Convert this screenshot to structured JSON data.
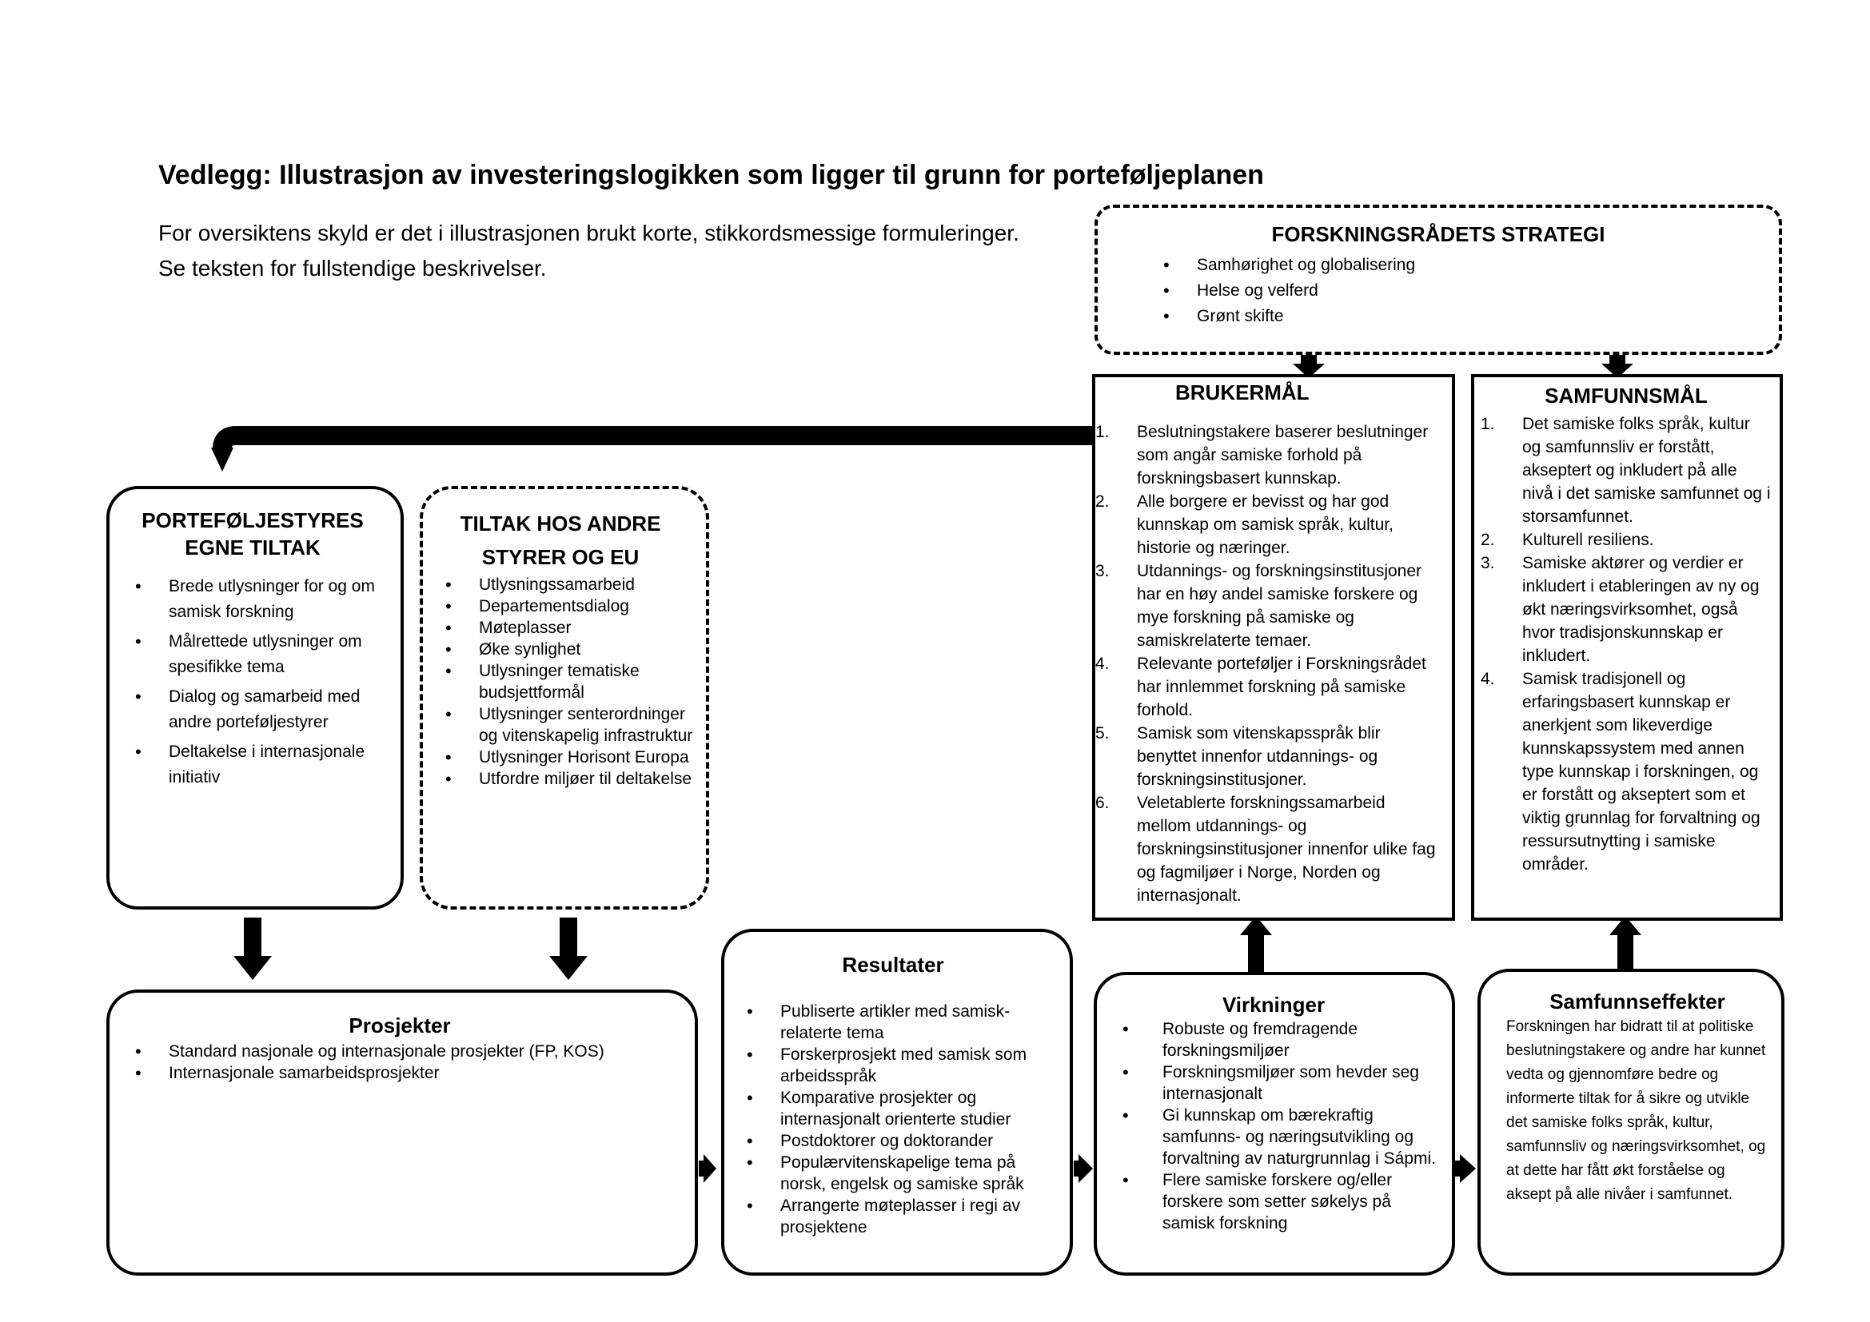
{
  "title": "Vedlegg: Illustrasjon av investeringslogikken som ligger til grunn for porteføljeplanen",
  "intro": [
    "For oversiktens skyld er det i illustrasjonen brukt korte, stikkordsmessige formuleringer.",
    "Se teksten for fullstendige beskrivelser."
  ],
  "strategy": {
    "title": "FORSKNINGSRÅDETS STRATEGI",
    "items": [
      "Samhørighet og globalisering",
      "Helse og velferd",
      "Grønt skifte"
    ]
  },
  "brukermal": {
    "title": "BRUKERMÅL",
    "items": [
      "Beslutningstakere baserer beslutninger som angår samiske forhold på forskningsbasert kunnskap.",
      "Alle borgere er bevisst og har god kunnskap om samisk språk, kultur, historie og næringer.",
      "Utdannings- og forskningsinstitusjoner har en høy andel samiske forskere og mye forskning på samiske og samiskrelaterte temaer.",
      "Relevante porteføljer i Forskningsrådet har innlemmet forskning på samiske forhold.",
      "Samisk som vitenskapsspråk blir benyttet innenfor utdannings- og forskningsinstitusjoner.",
      "Veletablerte forskningssamarbeid mellom utdannings- og forskningsinstitusjoner innenfor ulike fag og fagmiljøer i Norge, Norden og internasjonalt."
    ]
  },
  "samfunnsmal": {
    "title": "SAMFUNNSMÅL",
    "items": [
      "Det samiske folks språk, kultur og samfunnsliv er forstått, akseptert og inkludert på alle nivå i det samiske samfunnet og i storsamfunnet.",
      "Kulturell resiliens.",
      "Samiske aktører og verdier er inkludert i etableringen av ny og økt næringsvirksomhet, også hvor tradisjonskunnskap er inkludert.",
      "Samisk tradisjonell og erfaringsbasert kunnskap er anerkjent som likeverdige kunnskapssystem med annen type kunnskap i forskningen, og er forstått og akseptert som et viktig grunnlag for forvaltning og ressursutnytting i samiske områder."
    ]
  },
  "egne_tiltak": {
    "title": "PORTEFØLJESTYRES EGNE TILTAK",
    "items": [
      "Brede utlysninger for og om samisk forskning",
      "Målrettede utlysninger om spesifikke tema",
      "Dialog og samarbeid med andre porteføljestyrer",
      "Deltakelse i internasjonale initiativ"
    ]
  },
  "andre_tiltak": {
    "title": "TILTAK HOS ANDRE STYRER OG EU",
    "items": [
      "Utlysningssamarbeid",
      "Departementsdialog",
      "Møteplasser",
      "Øke synlighet",
      "Utlysninger tematiske budsjettformål",
      "Utlysninger senterordninger og vitenskapelig infrastruktur",
      "Utlysninger Horisont Europa",
      "Utfordre miljøer til deltakelse"
    ]
  },
  "prosjekter": {
    "title": "Prosjekter",
    "items": [
      "Standard nasjonale og internasjonale prosjekter (FP, KOS)",
      "Internasjonale samarbeidsprosjekter"
    ]
  },
  "resultater": {
    "title": "Resultater",
    "items": [
      "Publiserte artikler med samisk-relaterte tema",
      "Forskerprosjekt med samisk som arbeidsspråk",
      "Komparative prosjekter og internasjonalt orienterte studier",
      "Postdoktorer og doktorander",
      "Populærvitenskapelige tema på norsk, engelsk og samiske språk",
      "Arrangerte møteplasser i regi av prosjektene"
    ]
  },
  "virkninger": {
    "title": "Virkninger",
    "items": [
      "Robuste og fremdragende forskningsmiljøer",
      "Forskningsmiljøer som hevder seg internasjonalt",
      "Gi kunnskap om bærekraftig samfunns- og næringsutvikling og forvaltning av naturgrunnlag i Sápmi.",
      "Flere samiske forskere og/eller forskere som setter søkelys på samisk forskning"
    ]
  },
  "samfunnseffekter": {
    "title": "Samfunnseffekter",
    "text": "Forskningen har bidratt til at politiske beslutningstakere og andre har kunnet vedta og gjennomføre bedre og informerte tiltak for å sikre og utvikle det samiske folks språk, kultur, samfunnsliv og næringsvirksomhet, og at dette har fått økt forståelse og aksept på alle nivåer i samfunnet."
  }
}
